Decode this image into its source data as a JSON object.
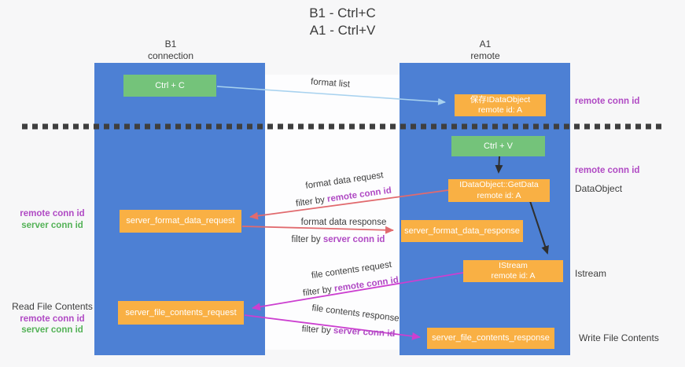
{
  "title": {
    "line1": "B1 - Ctrl+C",
    "line2": "A1 - Ctrl+V"
  },
  "columns": {
    "left": {
      "line1": "B1",
      "line2": "connection"
    },
    "right": {
      "line1": "A1",
      "line2": "remote"
    }
  },
  "nodes": {
    "ctrl_c": "Ctrl + C",
    "ctrl_v": "Ctrl + V",
    "save_dataobject": {
      "line1": "保存IDataObject",
      "line2": "remote id: A"
    },
    "getdata": {
      "line1": "IDataObject::GetData",
      "line2": "remote id: A"
    },
    "istream": {
      "line1": "IStream",
      "line2": "remote id: A"
    },
    "format_request": "server_format_data_request",
    "format_response": "server_format_data_response",
    "file_request": "server_file_contents_request",
    "file_response": "server_file_contents_response"
  },
  "labels": {
    "format_list": "format list",
    "format_data_request": "format data request",
    "format_data_response": "format data response",
    "file_contents_request": "file contents request",
    "file_contents_response": "file contents response",
    "filter_by": "filter by ",
    "remote_conn_id": "remote conn id",
    "server_conn_id": "server conn id",
    "read_file_contents": "Read File Contents",
    "write_file_contents": "Write File Contents",
    "dataobject": "DataObject",
    "istream": "Istream"
  },
  "colors": {
    "panel_blue": "#4d80d4",
    "node_orange": "#f9b044",
    "node_green": "#74c37a",
    "arrow_light_blue": "#a8d2ef",
    "arrow_salmon": "#e16a6e",
    "arrow_magenta": "#cc3fd0",
    "arrow_black": "#2f2f2f",
    "text_purple": "#b04ac4",
    "text_green": "#54b257",
    "background": "#f7f7f8"
  }
}
